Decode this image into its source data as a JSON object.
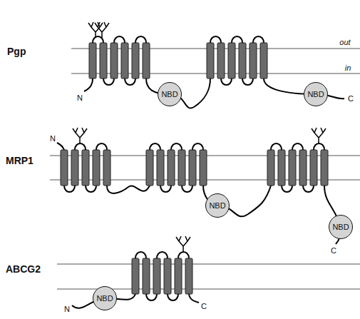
{
  "diagram": {
    "nodes": [
      {
        "text": [
          "NBD"
        ]
      },
      {
        "text": [
          "NBD"
        ]
      },
      {
        "text": [
          "NBD"
        ]
      },
      {
        "text": [
          "NBD"
        ]
      },
      {
        "text": [
          "NBD"
        ]
      }
    ],
    "labels": [
      "Pgp",
      "out",
      "in",
      "N",
      "C",
      "MRP1",
      "N",
      "C",
      "ABCG2",
      "N",
      "C"
    ]
  }
}
